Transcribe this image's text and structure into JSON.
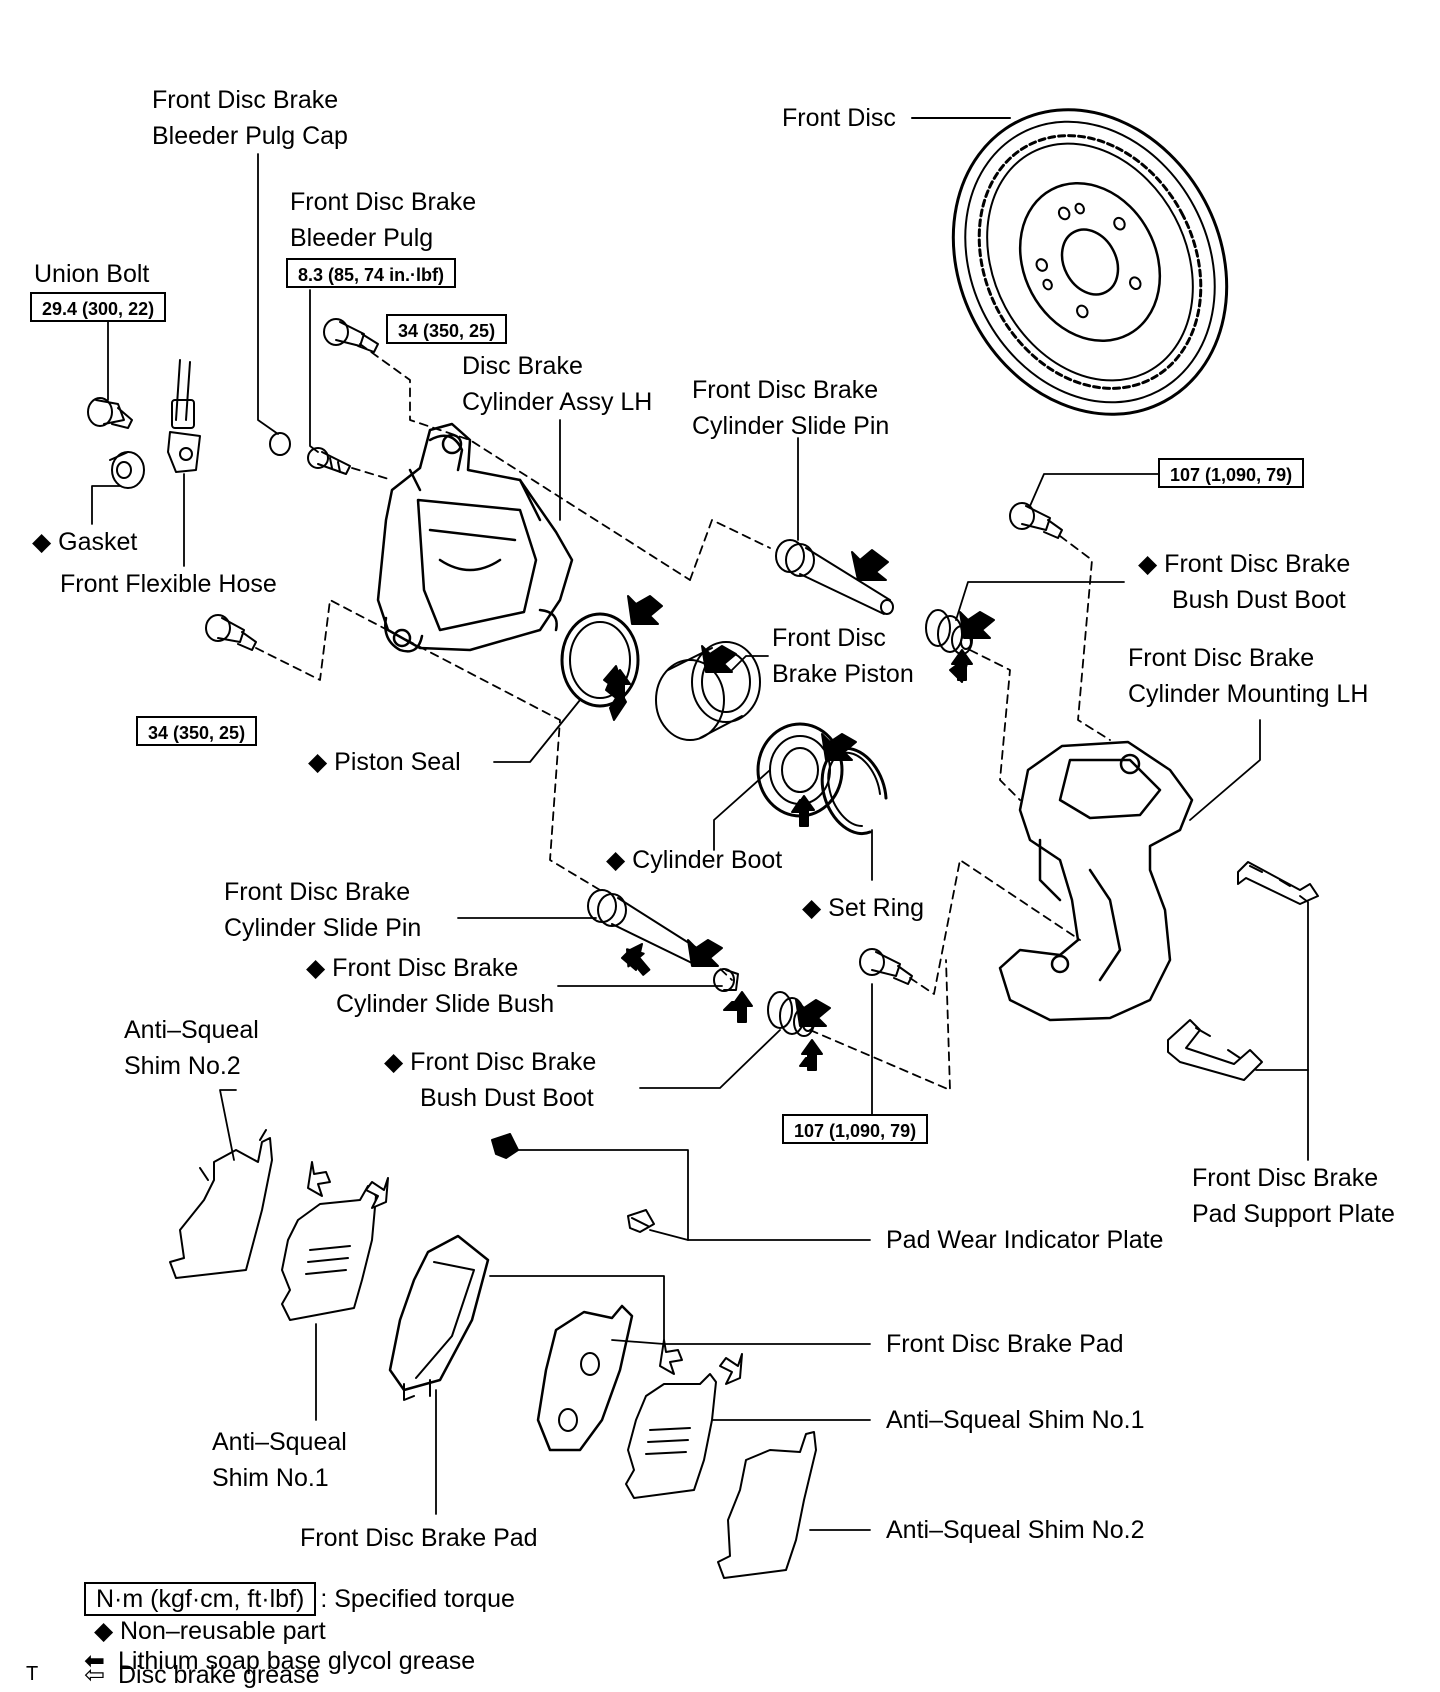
{
  "labels": {
    "bleeder_cap": [
      "Front Disc Brake",
      "Bleeder Pulg Cap"
    ],
    "bleeder_plug": [
      "Front Disc Brake",
      "Bleeder Pulg"
    ],
    "union_bolt": "Union Bolt",
    "gasket": "◆ Gasket",
    "flexible_hose": "Front Flexible Hose",
    "cylinder_assy": [
      "Disc Brake",
      "Cylinder Assy LH"
    ],
    "slide_pin_top": [
      "Front Disc Brake",
      "Cylinder Slide Pin"
    ],
    "front_disc": "Front Disc",
    "bush_dust_boot_top": [
      "◆ Front Disc Brake",
      "Bush Dust Boot"
    ],
    "brake_piston": [
      "Front Disc",
      "Brake Piston"
    ],
    "cylinder_mounting": [
      "Front Disc Brake",
      "Cylinder Mounting LH"
    ],
    "piston_seal": "◆ Piston Seal",
    "cylinder_boot": "◆ Cylinder Boot",
    "set_ring": "◆ Set Ring",
    "slide_pin_bottom": [
      "Front Disc Brake",
      "Cylinder Slide Pin"
    ],
    "slide_bush": [
      "◆ Front Disc Brake",
      "Cylinder Slide Bush"
    ],
    "shim2_left": [
      "Anti–Squeal",
      "Shim No.2"
    ],
    "bush_dust_boot_bottom": [
      "◆ Front Disc Brake",
      "Bush Dust Boot"
    ],
    "pad_support_plate": [
      "Front Disc Brake",
      "Pad Support Plate"
    ],
    "pad_wear_indicator": "Pad Wear Indicator Plate",
    "brake_pad_right": "Front Disc Brake Pad",
    "shim1_right": "Anti–Squeal Shim No.1",
    "shim1_left": [
      "Anti–Squeal",
      "Shim No.1"
    ],
    "shim2_right": "Anti–Squeal Shim No.2",
    "brake_pad_bottom": "Front Disc Brake Pad",
    "page_mark": "T"
  },
  "torque": {
    "bleeder_plug": "8.3 (85, 74 in.·lbf)",
    "union_bolt": "29.4 (300, 22)",
    "bolt_top": "34 (350, 25)",
    "bolt_left": "34 (350, 25)",
    "mount_bolt_top": "107 (1,090, 79)",
    "mount_bolt_bottom": "107 (1,090, 79)"
  },
  "legend": {
    "torque_box": "N·m (kgf·cm, ft·lbf)",
    "torque_desc": ": Specified torque",
    "nonreusable_glyph": "◆",
    "nonreusable": "Non–reusable part",
    "lithium_glyph": "⬅",
    "lithium": "Lithium soap base glycol grease",
    "disc_glyph": "⇦",
    "disc": "Disc brake grease"
  }
}
